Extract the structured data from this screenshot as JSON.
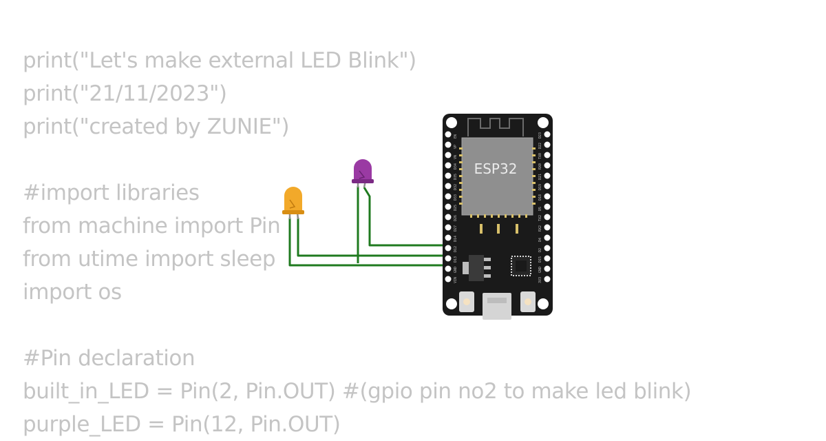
{
  "code_lines": [
    "print(\"Let's make external LED Blink\")",
    "print(\"21/11/2023\")",
    "print(\"created by ZUNIE\")",
    "",
    "#import libraries",
    "from machine import Pin",
    "from utime import sleep",
    "import os",
    "",
    "#Pin declaration",
    "built_in_LED = Pin(2, Pin.OUT) #(gpio pin no2 to make led blink)",
    "purple_LED = Pin(12, Pin.OUT)"
  ],
  "board": {
    "chip_label": "ESP32",
    "left_pins": [
      "EN",
      "VP",
      "VN",
      "D34",
      "D35",
      "D32",
      "D33",
      "D25",
      "D26",
      "D27",
      "D14",
      "D12",
      "D13",
      "GND",
      "VIN"
    ],
    "right_pins": [
      "D23",
      "D22",
      "TX0",
      "RX0",
      "D21",
      "D19",
      "D18",
      "D5",
      "TX2",
      "RX2",
      "D4",
      "D2",
      "D15",
      "GND",
      "3V3"
    ]
  },
  "colors": {
    "code_text": "#c4c4c4",
    "wire": "#1f7a1f",
    "board": "#1a1a1a",
    "module": "#8f8f8f",
    "led_yellow": "#f2a92a",
    "led_purple": "#9a3aa3"
  },
  "icons": {
    "led_1": "yellow-led-icon",
    "led_2": "purple-led-icon",
    "board": "esp32-board-icon"
  }
}
